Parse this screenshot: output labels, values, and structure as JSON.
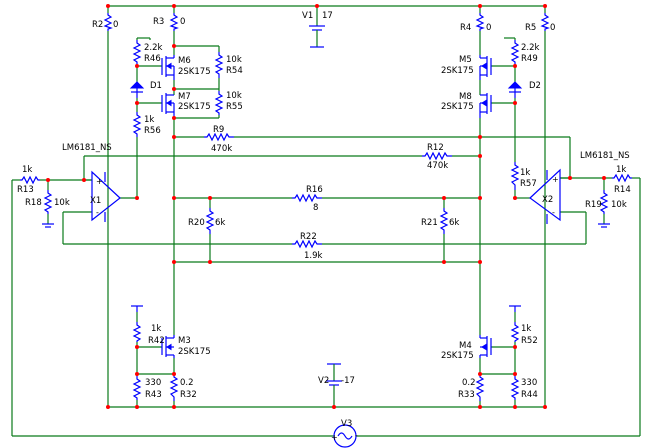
{
  "components": {
    "R2": {
      "name": "R2",
      "value": "0"
    },
    "R3": {
      "name": "R3",
      "value": "0"
    },
    "R4": {
      "name": "R4",
      "value": "0"
    },
    "R5": {
      "name": "R5",
      "value": "0"
    },
    "V1": {
      "name": "V1",
      "value": "17"
    },
    "V2": {
      "name": "V2",
      "value": "-17"
    },
    "V3": {
      "name": "V3"
    },
    "R46": {
      "name": "R46",
      "value": "2.2k"
    },
    "R49": {
      "name": "R49",
      "value": "2.2k"
    },
    "R54": {
      "name": "R54",
      "value": "10k"
    },
    "R55": {
      "name": "R55",
      "value": "10k"
    },
    "M6": {
      "name": "M6",
      "part": "2SK175"
    },
    "M7": {
      "name": "M7",
      "part": "2SK175"
    },
    "M5": {
      "name": "M5",
      "part": "2SK175"
    },
    "M8": {
      "name": "M8",
      "part": "2SK175"
    },
    "M3": {
      "name": "M3",
      "part": "2SK175"
    },
    "M4": {
      "name": "M4",
      "part": "2SK175"
    },
    "D1": {
      "name": "D1"
    },
    "D2": {
      "name": "D2"
    },
    "R56": {
      "name": "R56",
      "value": "1k"
    },
    "R57": {
      "name": "R57",
      "value": "1k"
    },
    "R9": {
      "name": "R9",
      "value": "470k"
    },
    "R12": {
      "name": "R12",
      "value": "470k"
    },
    "X1": {
      "name": "X1",
      "part": "LM6181_NS"
    },
    "X2": {
      "name": "X2",
      "part": "LM6181_NS"
    },
    "R13": {
      "name": "R13",
      "value": "1k"
    },
    "R14": {
      "name": "R14",
      "value": "1k"
    },
    "R18": {
      "name": "R18",
      "value": "10k"
    },
    "R19": {
      "name": "R19",
      "value": "10k"
    },
    "R16": {
      "name": "R16",
      "value": "8"
    },
    "R20": {
      "name": "R20",
      "value": "6k"
    },
    "R21": {
      "name": "R21",
      "value": "6k"
    },
    "R22": {
      "name": "R22",
      "value": "1.9k"
    },
    "R42": {
      "name": "R42",
      "value": "1k"
    },
    "R52": {
      "name": "R52",
      "value": "1k"
    },
    "R43": {
      "name": "R43",
      "value": "330"
    },
    "R44": {
      "name": "R44",
      "value": "330"
    },
    "R32": {
      "name": "R32",
      "value": "0.2"
    },
    "R33": {
      "name": "R33",
      "value": "0.2"
    }
  },
  "colors": {
    "wire": "#0a7a1a",
    "component": "#0000ff",
    "junction": "#ff0000"
  }
}
